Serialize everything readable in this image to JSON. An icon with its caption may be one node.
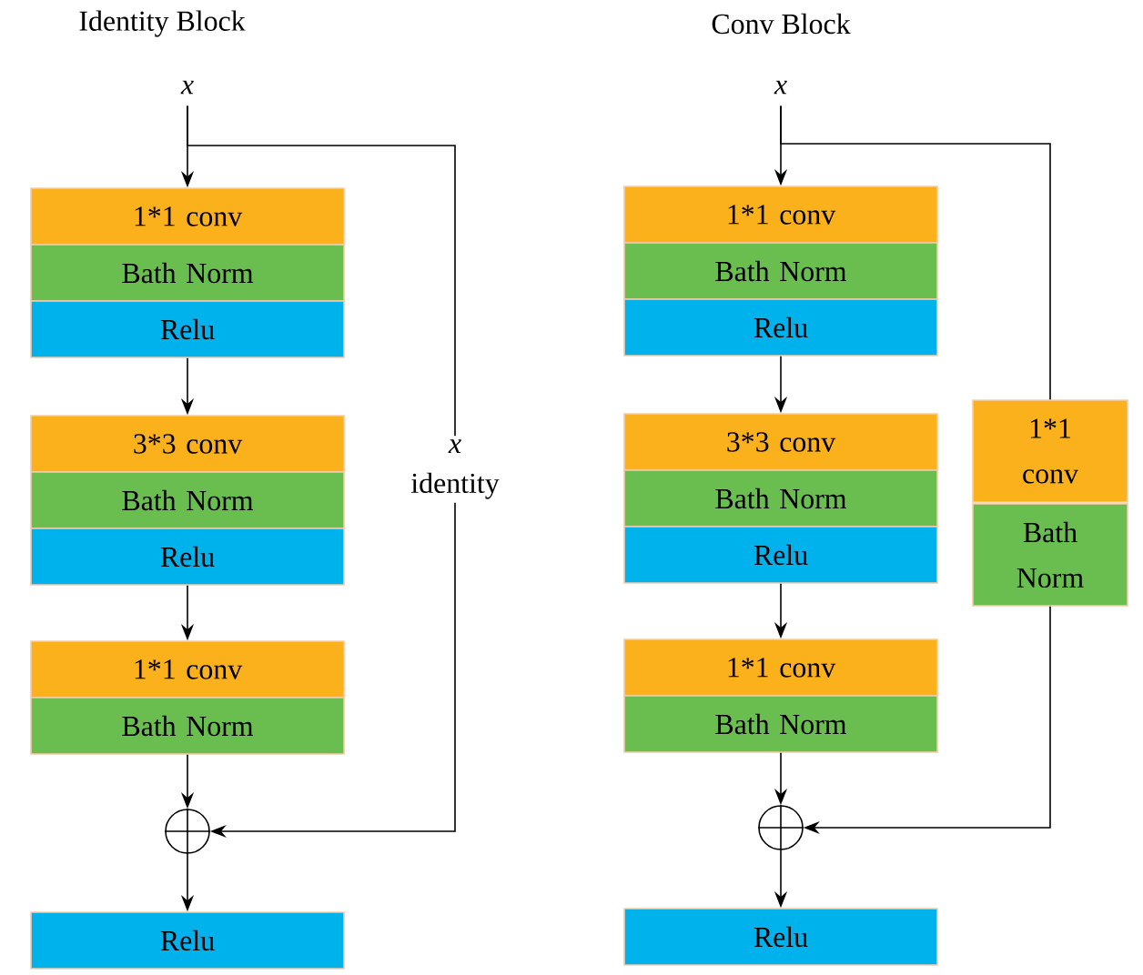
{
  "diagram": {
    "nodes": [
      {
        "text": [
          "x"
        ]
      },
      {
        "text": [
          "1*1 conv"
        ]
      },
      {
        "text": [
          "Bath Norm"
        ]
      },
      {
        "text": [
          "Relu"
        ]
      },
      {
        "text": [
          "3*3 conv"
        ]
      },
      {
        "text": [
          "Bath Norm"
        ]
      },
      {
        "text": [
          "Relu"
        ]
      },
      {
        "text": [
          "1*1 conv"
        ]
      },
      {
        "text": [
          "Bath Norm"
        ]
      },
      {
        "text": [],
        "shape": "circle"
      },
      {
        "text": [
          "Relu"
        ]
      },
      {
        "text": [
          "x"
        ]
      },
      {
        "text": [
          "1*1 conv"
        ]
      },
      {
        "text": [
          "Bath Norm"
        ]
      },
      {
        "text": [
          "Relu"
        ]
      },
      {
        "text": [
          "3*3 conv"
        ]
      },
      {
        "text": [
          "Bath Norm"
        ]
      },
      {
        "text": [
          "Relu"
        ]
      },
      {
        "text": [
          "1*1 conv"
        ]
      },
      {
        "text": [
          "Bath Norm"
        ]
      },
      {
        "text": [
          "1*1 conv"
        ]
      },
      {
        "text": [
          "Bath Norm"
        ]
      },
      {
        "text": [],
        "shape": "circle"
      },
      {
        "text": [
          "Relu"
        ]
      }
    ],
    "edges": [
      {
        "from": 0,
        "to": 1,
        "arrow": "to"
      },
      {
        "from": 0,
        "to": 9,
        "arrow": "to",
        "label": "*x* identity"
      },
      {
        "from": 3,
        "to": 4,
        "arrow": "to"
      },
      {
        "from": 6,
        "to": 7,
        "arrow": "to"
      },
      {
        "from": 8,
        "to": 9,
        "arrow": "to"
      },
      {
        "from": 9,
        "to": 10,
        "arrow": "to"
      },
      {
        "from": 11,
        "to": 12,
        "arrow": "to"
      },
      {
        "from": 11,
        "to": 20,
        "arrow": "none"
      },
      {
        "from": 21,
        "to": 22,
        "arrow": "to"
      },
      {
        "from": 14,
        "to": 15,
        "arrow": "to"
      },
      {
        "from": 17,
        "to": 18,
        "arrow": "to"
      },
      {
        "from": 19,
        "to": 22,
        "arrow": "to"
      },
      {
        "from": 22,
        "to": 23,
        "arrow": "to"
      }
    ],
    "labels": [
      "Identity Block",
      "Conv Block"
    ]
  }
}
